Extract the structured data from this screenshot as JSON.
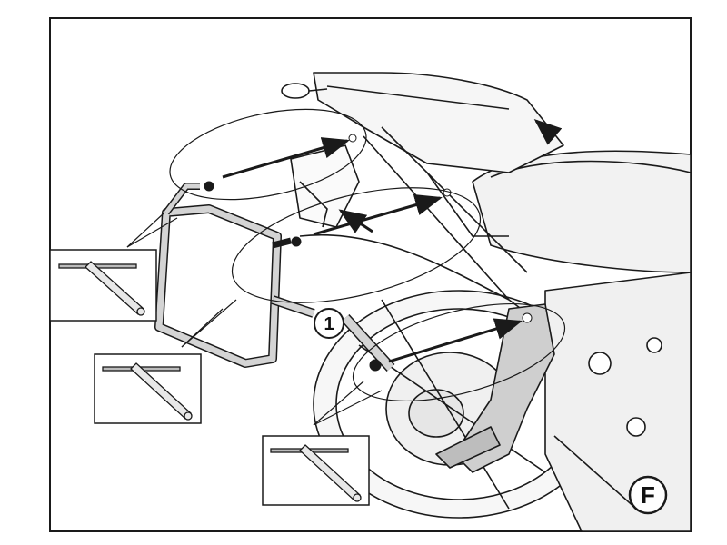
{
  "diagram": {
    "callouts": [
      {
        "id": "part-1",
        "label": "1"
      }
    ],
    "step_badge": {
      "label": "F"
    },
    "tool_icons": [
      "allen-key-icon",
      "allen-key-icon",
      "allen-key-icon"
    ],
    "colors": {
      "line": "#1a1a1a",
      "frame_fill": "#d4d4d4",
      "bike_fill": "#f2f2f2"
    }
  }
}
